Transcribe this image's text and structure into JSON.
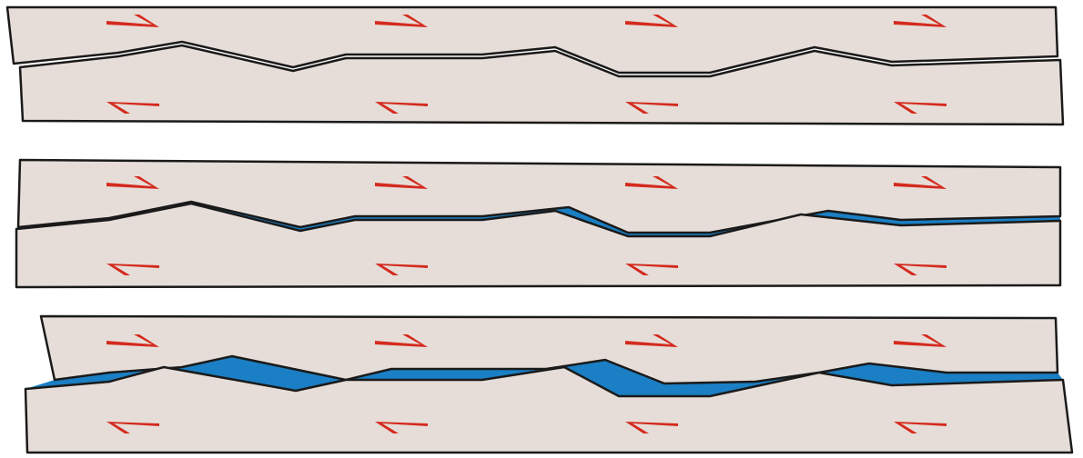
{
  "colors": {
    "block_fill": "#e6ddd8",
    "outline": "#1a1a1a",
    "gap_fill": "#1a7fc4",
    "arrow": "#d42a1e"
  },
  "panels": [
    {
      "stage": 1,
      "shear_sense": "dextral",
      "gap": "none"
    },
    {
      "stage": 2,
      "shear_sense": "dextral",
      "gap": "small"
    },
    {
      "stage": 3,
      "shear_sense": "dextral",
      "gap": "large"
    }
  ]
}
